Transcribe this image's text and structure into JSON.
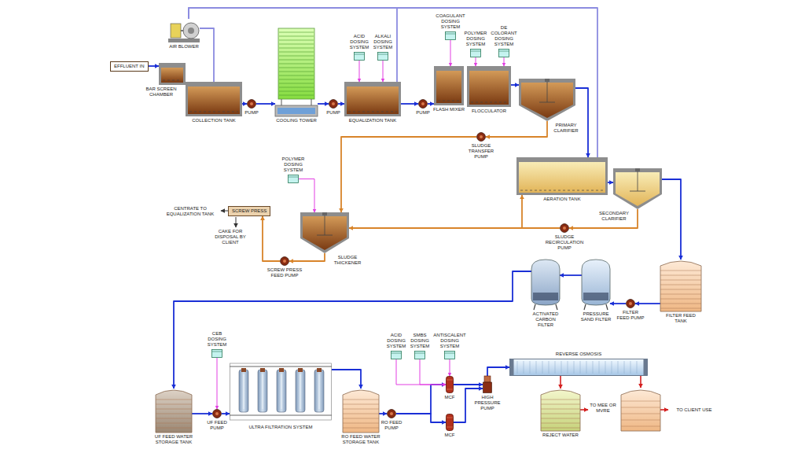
{
  "diagram": {
    "nodes": [
      {
        "text": [
          "EFFLUENT IN"
        ]
      },
      {
        "text": [
          "AIR BLOWER"
        ]
      },
      {
        "text": [
          "BAR SCREEN CHAMBER"
        ]
      },
      {
        "text": [
          "COLLECTION TANK"
        ]
      },
      {
        "text": [
          "PUMP"
        ]
      },
      {
        "text": [
          "COOLING TOWER"
        ]
      },
      {
        "text": [
          "PUMP"
        ]
      },
      {
        "text": [
          "ACID DOSING SYSTEM"
        ]
      },
      {
        "text": [
          "ALKALI DOSING SYSTEM"
        ]
      },
      {
        "text": [
          "EQUALIZATION TANK"
        ]
      },
      {
        "text": [
          "PUMP"
        ]
      },
      {
        "text": [
          "COAGULANT DOSING SYSTEM"
        ]
      },
      {
        "text": [
          "POLYMER DOSING SYSTEM"
        ]
      },
      {
        "text": [
          "DE COLORANT DOSING SYSTEM"
        ]
      },
      {
        "text": [
          "FLASH MIXER"
        ]
      },
      {
        "text": [
          "FLOCCULATOR"
        ]
      },
      {
        "text": [
          "PRIMARY CLARIFIER"
        ]
      },
      {
        "text": [
          "SLUDGE TRANSFER PUMP"
        ]
      },
      {
        "text": [
          "AERATION TANK"
        ]
      },
      {
        "text": [
          "SECONDARY CLARIFIER"
        ]
      },
      {
        "text": [
          "SLUDGE RECIRCULATION PUMP"
        ]
      },
      {
        "text": [
          "POLYMER DOSING SYSTEM"
        ]
      },
      {
        "text": [
          "SLUDGE THICKENER"
        ]
      },
      {
        "text": [
          "SCREW PRESS"
        ]
      },
      {
        "text": [
          "SCREW PRESS FEED PUMP"
        ]
      },
      {
        "text": [
          "FILTER FEED TANK"
        ]
      },
      {
        "text": [
          "FILTER FEED PUMP"
        ]
      },
      {
        "text": [
          "PRESSURE SAND FILTER"
        ]
      },
      {
        "text": [
          "ACTIVATED CARBON FILTER"
        ]
      },
      {
        "text": [
          "UF FEED WATER STORAGE TANK"
        ]
      },
      {
        "text": [
          "UF FEED PUMP"
        ]
      },
      {
        "text": [
          "CEB DOSING SYSTEM"
        ]
      },
      {
        "text": [
          "ULTRA FILTRATION SYSTEM"
        ]
      },
      {
        "text": [
          "RO FEED WATER STORAGE TANK"
        ]
      },
      {
        "text": [
          "RO FEED PUMP"
        ]
      },
      {
        "text": [
          "ACID DOSING SYSTEM"
        ]
      },
      {
        "text": [
          "SMBS DOSING SYSTEM"
        ]
      },
      {
        "text": [
          "ANTISCALENT DOSING SYSTEM"
        ]
      },
      {
        "text": [
          "MCF"
        ]
      },
      {
        "text": [
          "MCF"
        ]
      },
      {
        "text": [
          "HIGH PRESSURE PUMP"
        ]
      },
      {
        "text": [
          "REVERSE OSMOSIS"
        ]
      },
      {
        "text": [
          "REJECT WATER"
        ]
      }
    ],
    "edges": [
      {
        "from": 0,
        "to": 2,
        "arrow": "to"
      },
      {
        "from": 1,
        "to": 3,
        "arrow": "none"
      },
      {
        "from": 1,
        "to": 9,
        "arrow": "none"
      },
      {
        "from": 1,
        "to": 18,
        "arrow": "none"
      },
      {
        "from": 3,
        "to": 4,
        "arrow": "to"
      },
      {
        "from": 4,
        "to": 5,
        "arrow": "to"
      },
      {
        "from": 5,
        "to": 6,
        "arrow": "to"
      },
      {
        "from": 6,
        "to": 9,
        "arrow": "to"
      },
      {
        "from": 7,
        "to": 9,
        "arrow": "to"
      },
      {
        "from": 8,
        "to": 9,
        "arrow": "to"
      },
      {
        "from": 9,
        "to": 10,
        "arrow": "to"
      },
      {
        "from": 10,
        "to": 14,
        "arrow": "to"
      },
      {
        "from": 11,
        "to": 14,
        "arrow": "to"
      },
      {
        "from": 12,
        "to": 15,
        "arrow": "to"
      },
      {
        "from": 13,
        "to": 15,
        "arrow": "to"
      },
      {
        "from": 15,
        "to": 16,
        "arrow": "to"
      },
      {
        "from": 16,
        "to": 18,
        "arrow": "to"
      },
      {
        "from": 16,
        "to": 17,
        "arrow": "to"
      },
      {
        "from": 17,
        "to": 22,
        "arrow": "to"
      },
      {
        "from": 18,
        "to": 19,
        "arrow": "to"
      },
      {
        "from": 19,
        "to": 20,
        "arrow": "to"
      },
      {
        "from": 20,
        "to": 18,
        "arrow": "to"
      },
      {
        "from": 20,
        "to": 22,
        "arrow": "to"
      },
      {
        "from": 21,
        "to": 22,
        "arrow": "to"
      },
      {
        "from": 22,
        "to": 24,
        "arrow": "to"
      },
      {
        "from": 24,
        "to": 23,
        "arrow": "to"
      },
      {
        "from": 19,
        "to": 25,
        "arrow": "to"
      },
      {
        "from": 25,
        "to": 26,
        "arrow": "to"
      },
      {
        "from": 26,
        "to": 27,
        "arrow": "to"
      },
      {
        "from": 27,
        "to": 28,
        "arrow": "to"
      },
      {
        "from": 28,
        "to": 29,
        "arrow": "to"
      },
      {
        "from": 29,
        "to": 30,
        "arrow": "to"
      },
      {
        "from": 31,
        "to": 30,
        "arrow": "to"
      },
      {
        "from": 30,
        "to": 32,
        "arrow": "to"
      },
      {
        "from": 32,
        "to": 33,
        "arrow": "to"
      },
      {
        "from": 33,
        "to": 34,
        "arrow": "to"
      },
      {
        "from": 34,
        "to": 38,
        "arrow": "to"
      },
      {
        "from": 34,
        "to": 39,
        "arrow": "to"
      },
      {
        "from": 35,
        "to": 38,
        "arrow": "to"
      },
      {
        "from": 36,
        "to": 38,
        "arrow": "to"
      },
      {
        "from": 37,
        "to": 38,
        "arrow": "to"
      },
      {
        "from": 38,
        "to": 40,
        "arrow": "to"
      },
      {
        "from": 39,
        "to": 40,
        "arrow": "to"
      },
      {
        "from": 40,
        "to": 41,
        "arrow": "to"
      },
      {
        "from": 41,
        "to": 42,
        "arrow": "to"
      }
    ],
    "labels": [
      "CENTRATE TO EQUALIZATION TANK",
      "CAKE FOR DISPOSAL BY CLIENT",
      "TO MEE OR MVRE",
      "TO CLIENT USE"
    ]
  }
}
